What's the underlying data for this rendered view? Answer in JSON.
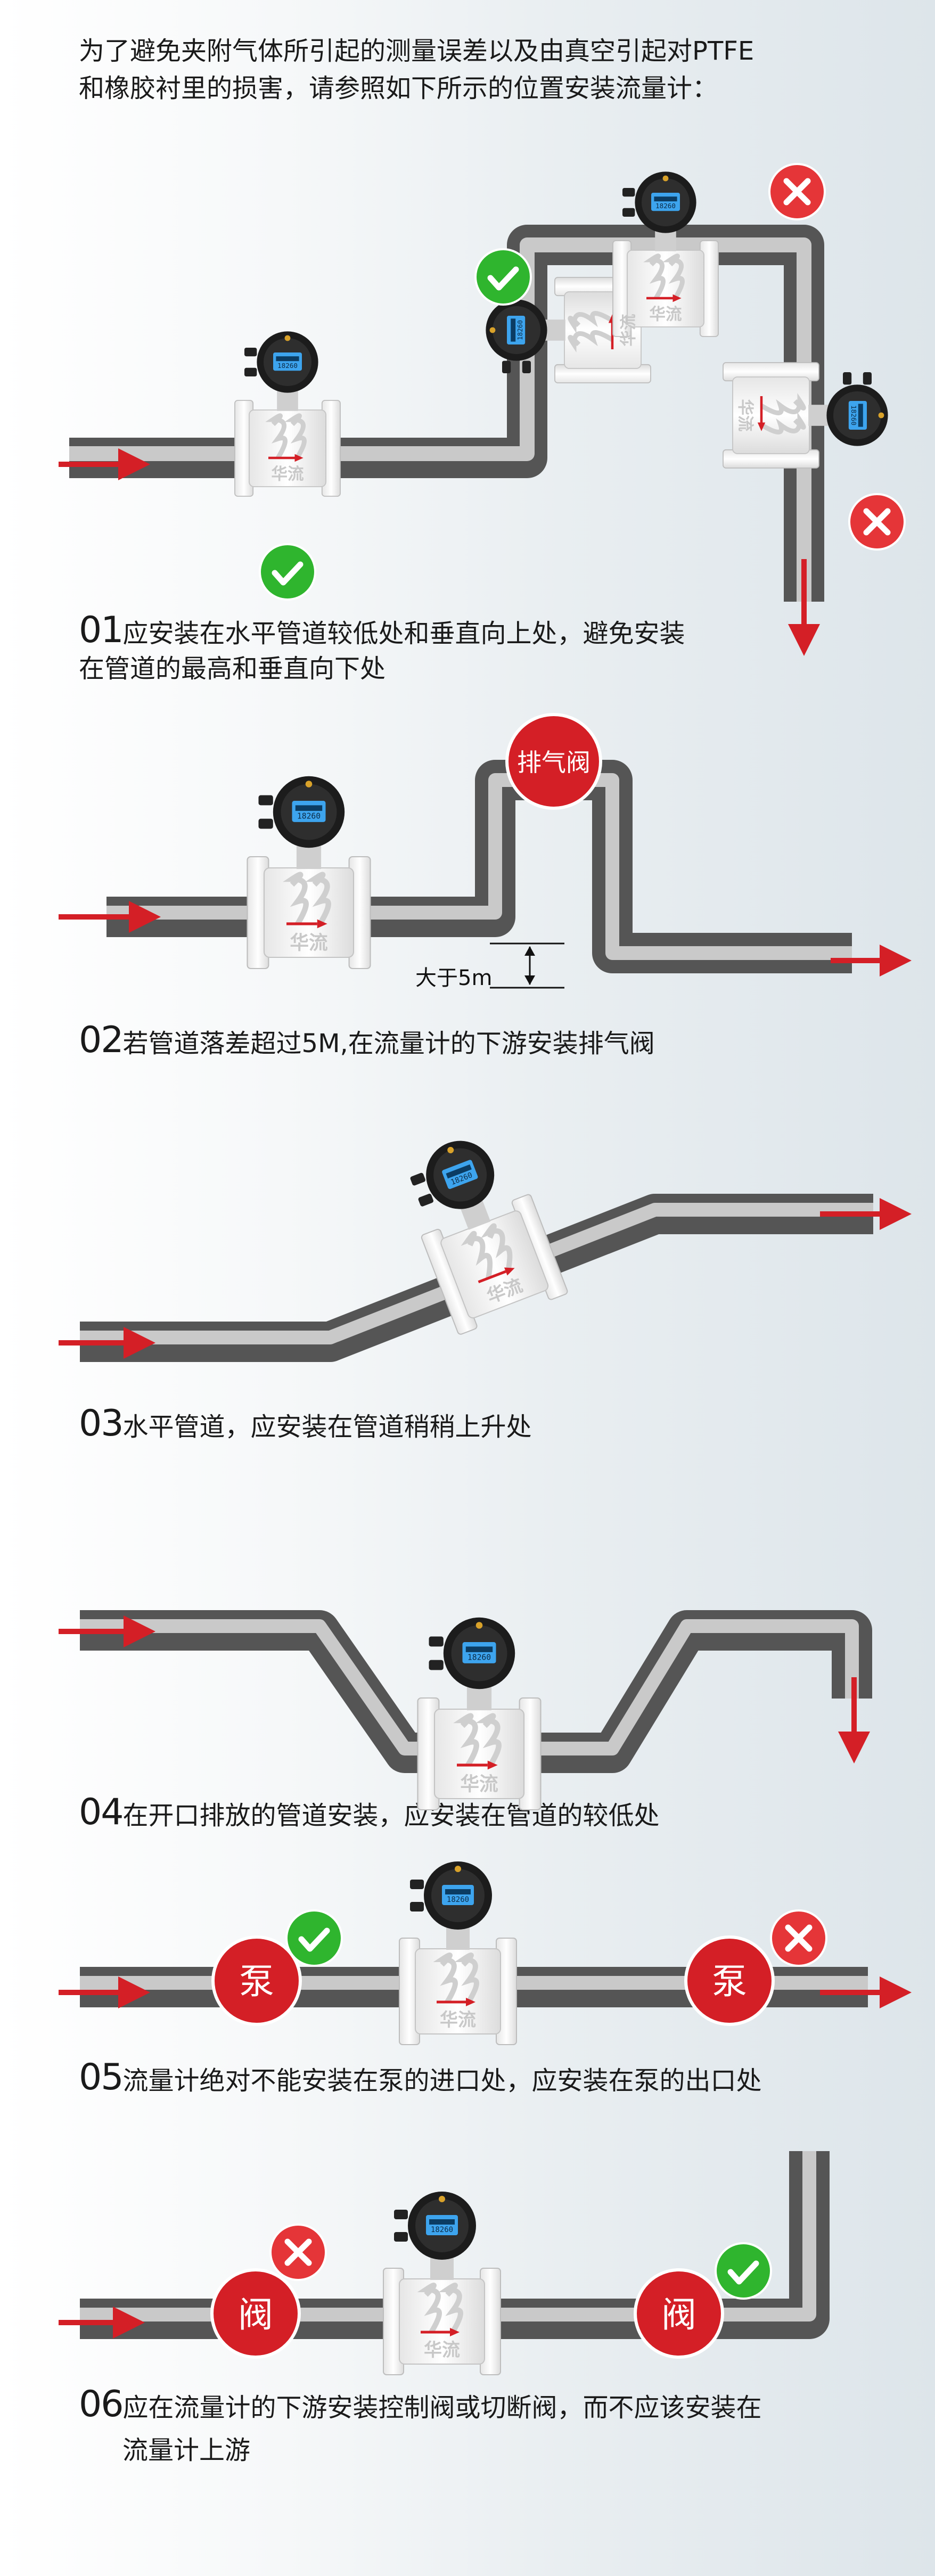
{
  "intro": {
    "line1": "为了避免夹附气体所引起的测量误差以及由真空引起对PTFE",
    "line2": "和橡胶衬里的损害，请参照如下所示的位置安装流量计："
  },
  "meter": {
    "brand": "华流",
    "display_value": "18260"
  },
  "sections": [
    {
      "num": "01",
      "text_line1": "应安装在水平管道较低处和垂直向上处，避免安装",
      "text_line2": "在管道的最高和垂直向下处"
    },
    {
      "num": "02",
      "text_line1": "若管道落差超过5M,在流量计的下游安装排气阀",
      "label_vent": "排气阀",
      "label_height": "大于5m"
    },
    {
      "num": "03",
      "text_line1": "水平管道，应安装在管道稍稍上升处"
    },
    {
      "num": "04",
      "text_line1": "在开口排放的管道安装，应安装在管道的较低处"
    },
    {
      "num": "05",
      "text_line1": "流量计绝对不能安装在泵的进口处，应安装在泵的出口处",
      "label_pump": "泵"
    },
    {
      "num": "06",
      "text_line1": "应在流量计的下游安装控制阀或切断阀，而不应该安装在",
      "text_line2": "流量计上游",
      "label_valve": "阀"
    }
  ],
  "colors": {
    "accent_red": "#d41f26",
    "ok_green": "#2fb52e",
    "pipe_dark": "#5b5b5b",
    "pipe_light": "#d4d4d4",
    "lcd_blue": "#3da4ee"
  }
}
